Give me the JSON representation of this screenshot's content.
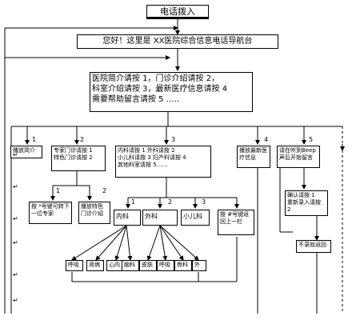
{
  "title": "电话拨入",
  "greeting": "您好！这里是 XX医院综合信息电话导航台",
  "menu": "医院简介请按 1，门诊介绍请按 2，\n科室介绍请按 3，最新医疗信息请按 4\n需要帮助留言请按 5 …..",
  "branch_numbers": [
    "1",
    "2",
    "3",
    "4",
    "5"
  ],
  "sub_numbers_opd": [
    "1",
    "2"
  ],
  "sub_numbers_dept": [
    "1",
    "2",
    "3"
  ],
  "return_mark": "↵",
  "nodes": {
    "intro": "播放简介",
    "opd": "专家门诊请按 1\n特色门诊请按 2",
    "dept": "内科请按 1    外科请按 2\n小儿科请按 3  妇产科请按 4\n其他科室请按 5……",
    "news": "播放最新医疗信息",
    "beep": "请在听到Beep声后开始留言",
    "expert": "按 *号键可转下一位专家",
    "special": "播放特色门诊介绍",
    "internal": "内科",
    "surgery": "外科",
    "pediatric": "小儿科",
    "back": "按 #号键返回上一栏",
    "confirm": "确认请按 1\n重新录入请按 2",
    "no_record": "不录就返回"
  },
  "leaves": [
    "呼吸",
    "肾病",
    "心内",
    "脑科",
    "皮肤",
    "呼吸",
    "骨科",
    "外"
  ]
}
